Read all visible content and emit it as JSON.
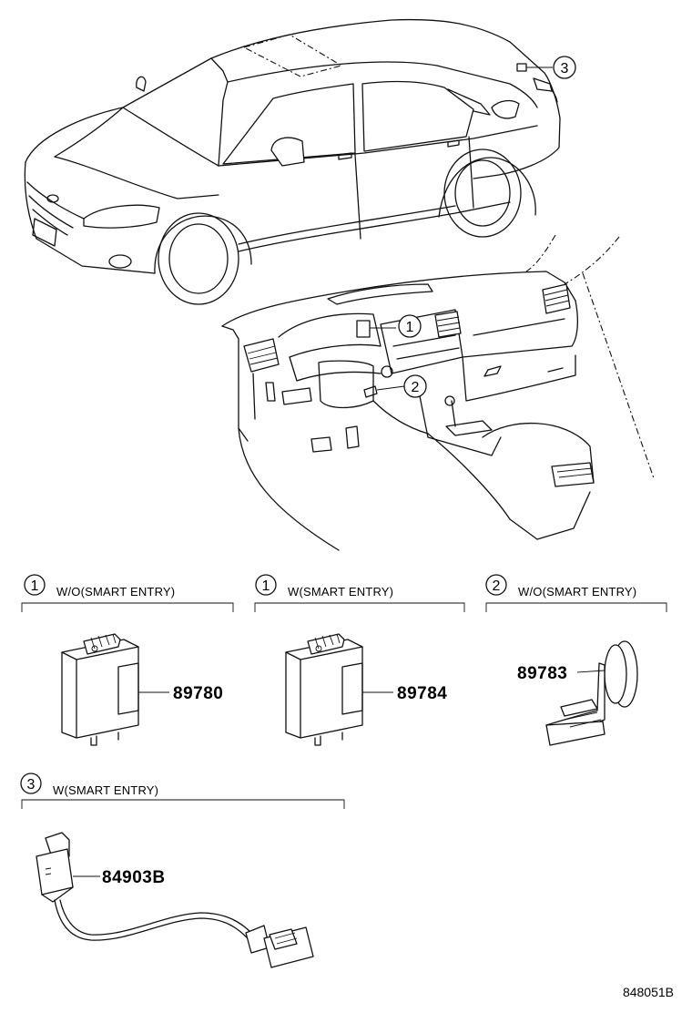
{
  "callouts": {
    "c1": "1",
    "c2": "2",
    "c3": "3"
  },
  "sections": [
    {
      "num": "1",
      "label": "W/O(SMART ENTRY)",
      "part": "89780"
    },
    {
      "num": "1",
      "label": "W(SMART ENTRY)",
      "part": "89784"
    },
    {
      "num": "2",
      "label": "W/O(SMART ENTRY)",
      "part": "89783"
    },
    {
      "num": "3",
      "label": "W(SMART ENTRY)",
      "part": "84903B"
    }
  ],
  "diagram_code": "848051B"
}
